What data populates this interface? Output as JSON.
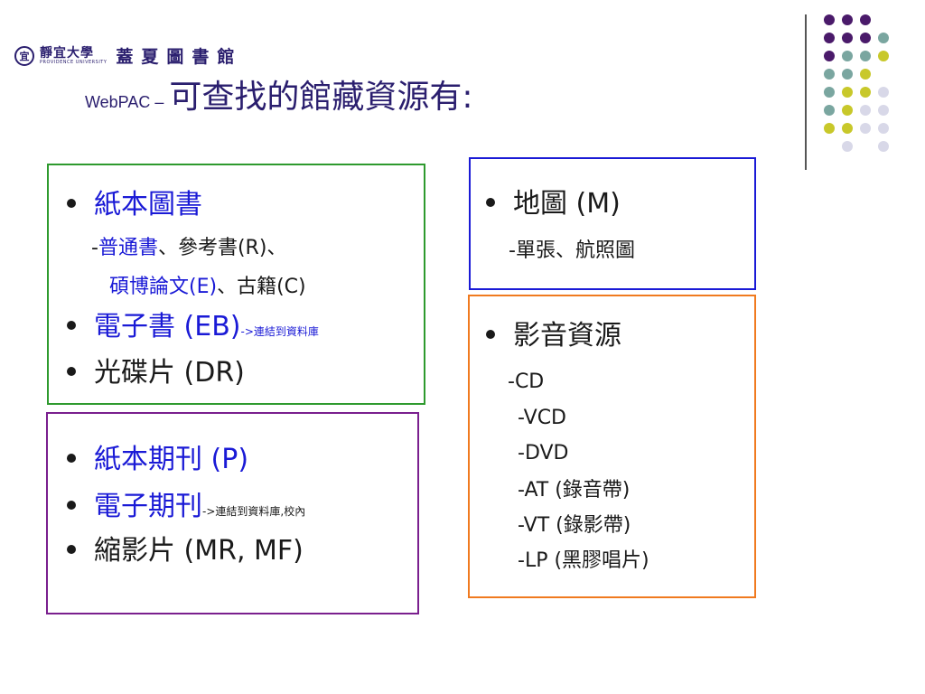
{
  "logo": {
    "emblem": "宜",
    "university": "靜宜大學",
    "university_en": "PROVIDENCE UNIVERSITY",
    "library": "蓋夏圖書館"
  },
  "title": {
    "prefix": "WebPAC –",
    "main": "可查找的館藏資源有:"
  },
  "colors": {
    "title": "#2a1e6e",
    "link_blue": "#1a1ad6",
    "green_box": "#2e9a2e",
    "purple_box": "#7a1f8e",
    "blue_box": "#1a1ad6",
    "orange_box": "#f07a1f",
    "dot_purple": "#4a1a6a",
    "dot_teal": "#7aa6a0",
    "dot_yellow": "#c8c82a",
    "dot_lavender": "#d8d8e8"
  },
  "books": {
    "heading": "紙本圖書",
    "sub1_dash": "-",
    "sub1_blue": "普通書",
    "sub1_rest": "、參考書(R)、",
    "sub2_blue": "碩博論文(E)",
    "sub2_rest": "、古籍(C)",
    "ebook": "電子書 (EB)",
    "ebook_note": "->連結到資料庫",
    "disc": "光碟片 (DR)"
  },
  "journals": {
    "print": "紙本期刊 (P)",
    "ejournal": "電子期刊",
    "ejournal_note": "->連結到資料庫,校內",
    "micro": "縮影片 (MR, MF)"
  },
  "maps": {
    "heading": "地圖 (M)",
    "sub": "-單張、航照圖"
  },
  "media": {
    "heading": "影音資源",
    "items": [
      "-CD",
      "-VCD",
      "-DVD",
      "-AT (錄音帶)",
      "-VT (錄影帶)",
      "-LP (黑膠唱片)"
    ]
  }
}
